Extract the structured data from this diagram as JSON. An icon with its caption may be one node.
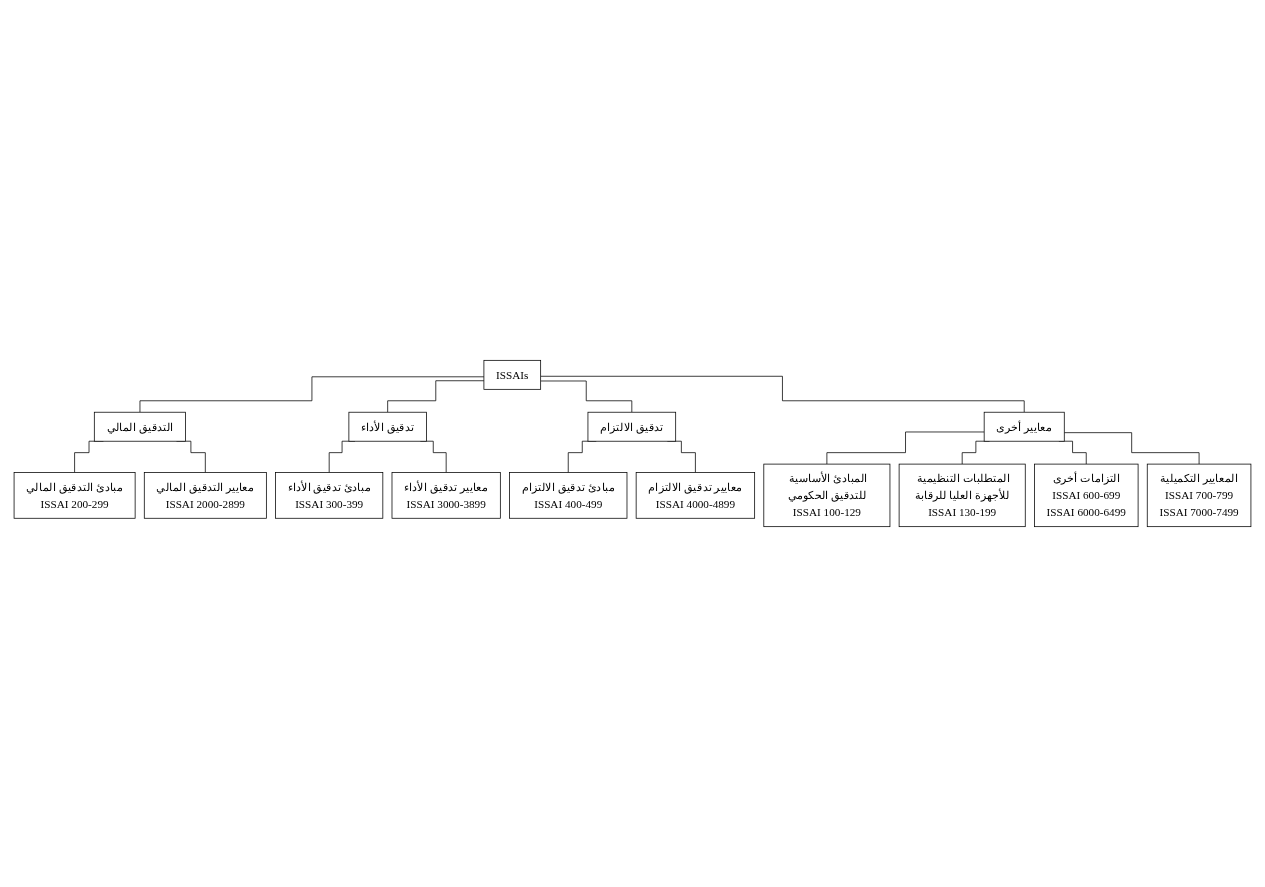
{
  "diagram": {
    "nodes": [
      {
        "text": [
          "ISSAIs"
        ]
      },
      {
        "text": [
          "التدقيق المالي"
        ]
      },
      {
        "text": [
          "تدقيق الأداء"
        ]
      },
      {
        "text": [
          "تدقيق الالتزام"
        ]
      },
      {
        "text": [
          "معايير أخرى"
        ]
      },
      {
        "text": [
          "مبادئ التدقيق المالي",
          "ISSAI 200-299"
        ]
      },
      {
        "text": [
          "معايير التدقيق المالي",
          "ISSAI 2000-2899"
        ]
      },
      {
        "text": [
          "مبادئ تدقيق الأداء",
          "ISSAI 300-399"
        ]
      },
      {
        "text": [
          "معايير تدقيق الأداء",
          "ISSAI 3000-3899"
        ]
      },
      {
        "text": [
          "مبادئ تدقيق الالتزام",
          "ISSAI 400-499"
        ]
      },
      {
        "text": [
          "معايير تدقيق الالتزام",
          "ISSAI 4000-4899"
        ]
      },
      {
        "text": [
          "المبادئ الأساسية للتدقيق الحكومي",
          "ISSAI 100-129"
        ]
      },
      {
        "text": [
          "المتطلبات التنظيمية للأجهزة العليا للرقابة",
          "ISSAI 130-199"
        ]
      },
      {
        "text": [
          "التزامات أخرى",
          "ISSAI 600-699",
          "ISSAI 6000-6499"
        ]
      },
      {
        "text": [
          "المعايير التكميلية",
          "ISSAI 700-799",
          "ISSAI 7000-7499"
        ]
      }
    ],
    "edges": [
      {
        "from": 0,
        "to": 1,
        "arrow": "none"
      },
      {
        "from": 0,
        "to": 2,
        "arrow": "none"
      },
      {
        "from": 0,
        "to": 3,
        "arrow": "none"
      },
      {
        "from": 0,
        "to": 4,
        "arrow": "none"
      },
      {
        "from": 1,
        "to": 5,
        "arrow": "none"
      },
      {
        "from": 1,
        "to": 6,
        "arrow": "none"
      },
      {
        "from": 2,
        "to": 7,
        "arrow": "none"
      },
      {
        "from": 2,
        "to": 8,
        "arrow": "none"
      },
      {
        "from": 3,
        "to": 9,
        "arrow": "none"
      },
      {
        "from": 3,
        "to": 10,
        "arrow": "none"
      },
      {
        "from": 4,
        "to": 11,
        "arrow": "none"
      },
      {
        "from": 4,
        "to": 12,
        "arrow": "none"
      },
      {
        "from": 4,
        "to": 13,
        "arrow": "none"
      },
      {
        "from": 4,
        "to": 14,
        "arrow": "none"
      }
    ]
  }
}
